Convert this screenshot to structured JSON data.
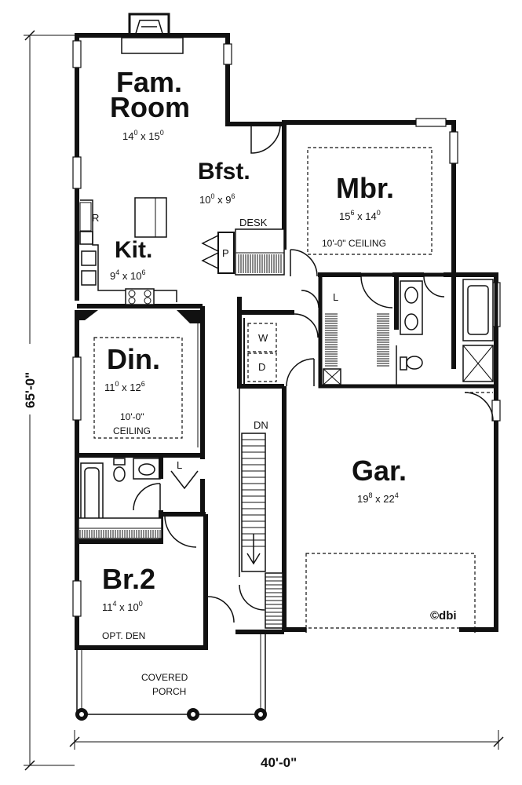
{
  "rooms": {
    "fam_room": {
      "line1": "Fam.",
      "line2": "Room",
      "w": "14",
      "w_in": "0",
      "h": "15",
      "h_in": "0"
    },
    "bfst": {
      "name": "Bfst.",
      "w": "10",
      "w_in": "0",
      "h": "9",
      "h_in": "6"
    },
    "mbr": {
      "name": "Mbr.",
      "w": "15",
      "w_in": "6",
      "h": "14",
      "h_in": "0",
      "ceiling": "10'-0\" CEILING"
    },
    "kit": {
      "name": "Kit.",
      "w": "9",
      "w_in": "4",
      "h": "10",
      "h_in": "6"
    },
    "din": {
      "name": "Din.",
      "w": "11",
      "w_in": "0",
      "h": "12",
      "h_in": "6",
      "ceiling_1": "10'-0\"",
      "ceiling_2": "CEILING"
    },
    "gar": {
      "name": "Gar.",
      "w": "19",
      "w_in": "8",
      "h": "22",
      "h_in": "4"
    },
    "br2": {
      "name": "Br.2",
      "w": "11",
      "w_in": "4",
      "h": "10",
      "h_in": "0",
      "note": "OPT. DEN"
    },
    "porch": {
      "line1": "COVERED",
      "line2": "PORCH"
    }
  },
  "labels": {
    "desk": "DESK",
    "refrigerator": "R",
    "pantry": "P",
    "linen_upper": "L",
    "linen_lower": "L",
    "washer": "W",
    "dryer": "D",
    "stairs_down": "DN"
  },
  "dimensions": {
    "overall_depth": "65'-0\"",
    "overall_width": "40'-0\""
  },
  "copyright": "©dbi"
}
